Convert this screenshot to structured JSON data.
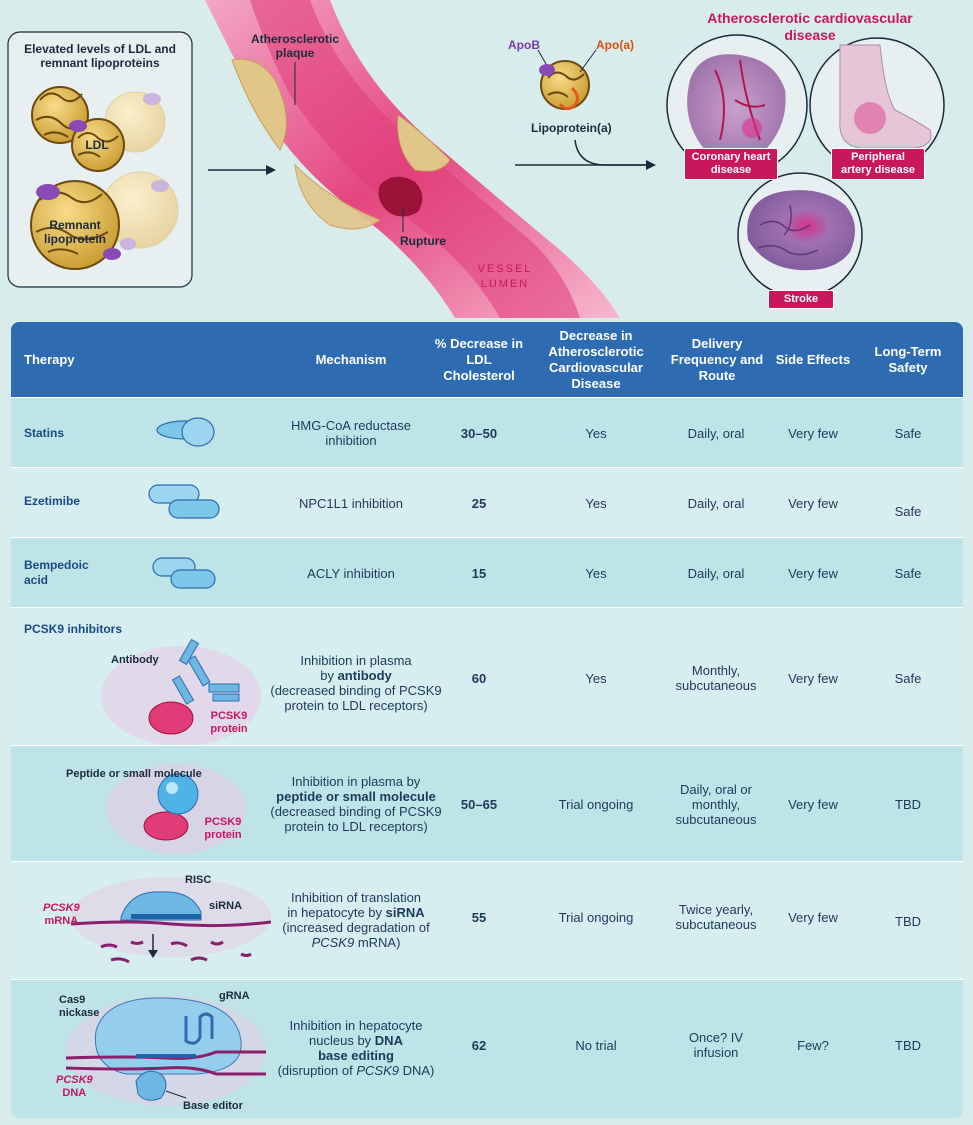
{
  "top": {
    "ldl_box_title": "Elevated levels of LDL and remnant lipoproteins",
    "ldl_label": "LDL",
    "remnant_label": "Remnant lipoprotein",
    "plaque_label": "Atherosclerotic plaque",
    "rupture_label": "Rupture",
    "vessel_lumen": "VESSEL LUMEN",
    "apob_label": "ApoB",
    "apoa_label": "Apo(a)",
    "lpa_label": "Lipoprotein(a)",
    "ascvd_title": "Atherosclerotic cardiovascular disease",
    "chd_tag": "Coronary heart disease",
    "pad_tag": "Peripheral artery disease",
    "stroke_tag": "Stroke",
    "colors": {
      "pink": "#c8175b",
      "header_blue": "#2e6bb0",
      "lipid_gold": "#e0b445",
      "purple": "#8a4ab5"
    }
  },
  "table": {
    "headers": {
      "therapy": "Therapy",
      "mechanism": "Mechanism",
      "ldl": "% Decrease in LDL Cholesterol",
      "ascvd": "Decrease in Atherosclerotic Cardiovascular Disease",
      "delivery": "Delivery Frequency and Route",
      "side": "Side Effects",
      "safety": "Long-Term Safety"
    },
    "rows": [
      {
        "therapy": "Statins",
        "mech": "HMG-CoA reductase inhibition",
        "ldl": "30–50",
        "ascvd": "Yes",
        "delivery": "Daily, oral",
        "side": "Very few",
        "safety": "Safe"
      },
      {
        "therapy": "Ezetimibe",
        "mech": "NPC1L1 inhibition",
        "ldl": "25",
        "ascvd": "Yes",
        "delivery": "Daily, oral",
        "side": "Very few",
        "safety": "Safe"
      },
      {
        "therapy": "Bempedoic acid",
        "mech": "ACLY inhibition",
        "ldl": "15",
        "ascvd": "Yes",
        "delivery": "Daily, oral",
        "side": "Very few",
        "safety": "Safe"
      }
    ],
    "pcsk9_title": "PCSK9 inhibitors",
    "pcsk9": [
      {
        "mech_a": "Inhibition in plasma",
        "mech_b": "by ",
        "mech_bold": "antibody",
        "mech_c": "(decreased binding of PCSK9 protein to LDL receptors)",
        "ldl": "60",
        "ascvd": "Yes",
        "delivery": "Monthly, subcutaneous",
        "side": "Very few",
        "safety": "Safe",
        "fig_a": "Antibody",
        "fig_b": "PCSK9 protein"
      },
      {
        "mech_a": "Inhibition in plasma by",
        "mech_bold": "peptide or small molecule",
        "mech_c": "(decreased binding of PCSK9 protein to LDL receptors)",
        "ldl": "50–65",
        "ascvd": "Trial ongoing",
        "delivery": "Daily, oral or monthly, subcutaneous",
        "side": "Very few",
        "safety": "TBD",
        "fig_a": "Peptide or small molecule",
        "fig_b": "PCSK9 protein"
      },
      {
        "mech_a": "Inhibition of translation",
        "mech_b": "in hepatocyte by ",
        "mech_bold": "siRNA",
        "mech_c1": "(increased degradation of ",
        "mech_it": "PCSK9",
        "mech_c2": " mRNA)",
        "ldl": "55",
        "ascvd": "Trial ongoing",
        "delivery": "Twice yearly, subcutaneous",
        "side": "Very few",
        "safety": "TBD",
        "fig_a": "RISC",
        "fig_b": "siRNA",
        "fig_c_it": "PCSK9",
        "fig_c": "mRNA"
      },
      {
        "mech_a": "Inhibition in hepatocyte",
        "mech_b": "nucleus by ",
        "mech_bold": "DNA",
        "mech_bold2": "base editing",
        "mech_c1": "(disruption of ",
        "mech_it": "PCSK9",
        "mech_c2": " DNA)",
        "ldl": "62",
        "ascvd": "No trial",
        "delivery": "Once? IV infusion",
        "side": "Few?",
        "safety": "TBD",
        "fig_a": "Cas9 nickase",
        "fig_b": "gRNA",
        "fig_c_it": "PCSK9",
        "fig_c": "DNA",
        "fig_d": "Base editor"
      }
    ]
  }
}
